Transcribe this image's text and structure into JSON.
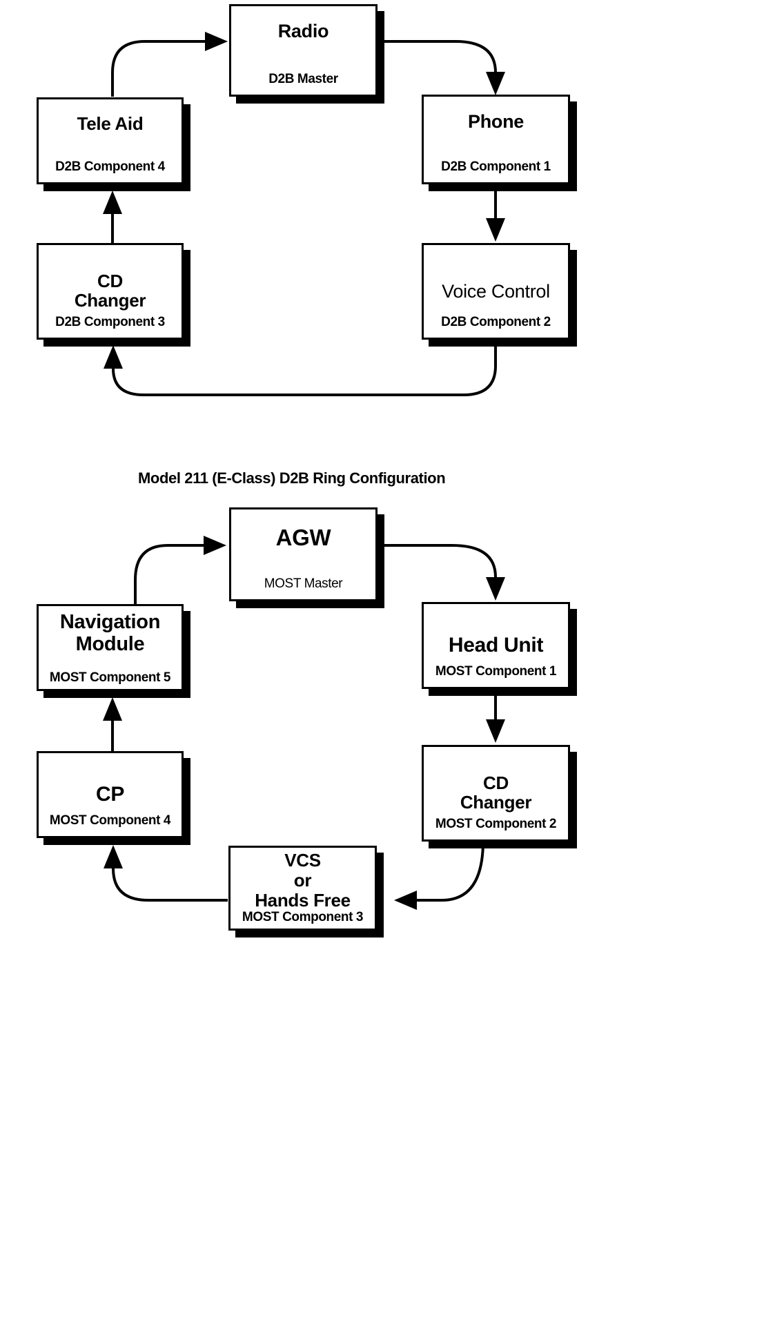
{
  "diagrams": [
    {
      "id": "d2b-ring",
      "caption": "Model 211 (E-Class) D2B Ring Configuration",
      "nodes": [
        {
          "key": "radio",
          "title": "Radio",
          "sub": "D2B Master"
        },
        {
          "key": "phone",
          "title": "Phone",
          "sub": "D2B Component 1"
        },
        {
          "key": "voice-control",
          "title": "Voice Control",
          "sub": "D2B Component 2"
        },
        {
          "key": "cd-changer",
          "title": "CD\nChanger",
          "sub": "D2B Component 3"
        },
        {
          "key": "tele-aid",
          "title": "Tele Aid",
          "sub": "D2B Component 4"
        }
      ],
      "flow": [
        "radio",
        "phone",
        "voice-control",
        "cd-changer",
        "tele-aid",
        "radio"
      ]
    },
    {
      "id": "most-ring",
      "caption": "",
      "nodes": [
        {
          "key": "agw",
          "title": "AGW",
          "sub": "MOST Master"
        },
        {
          "key": "head-unit",
          "title": "Head Unit",
          "sub": "MOST Component 1"
        },
        {
          "key": "cd-changer",
          "title": "CD\nChanger",
          "sub": "MOST Component 2"
        },
        {
          "key": "vcs-hands-free",
          "title": "VCS\nor\nHands Free",
          "sub": "MOST Component 3"
        },
        {
          "key": "cp",
          "title": "CP",
          "sub": "MOST Component 4"
        },
        {
          "key": "navigation-module",
          "title": "Navigation\nModule",
          "sub": "MOST Component 5"
        }
      ],
      "flow": [
        "agw",
        "head-unit",
        "cd-changer",
        "vcs-hands-free",
        "cp",
        "navigation-module",
        "agw"
      ]
    }
  ],
  "colors": {
    "stroke": "#000000",
    "fill": "#ffffff",
    "shadow": "#000000"
  },
  "labels": {
    "d2b_radio_title": "Radio",
    "d2b_radio_sub": "D2B Master",
    "d2b_phone_title": "Phone",
    "d2b_phone_sub": "D2B Component 1",
    "d2b_voice_title": "Voice Control",
    "d2b_voice_sub": "D2B Component 2",
    "d2b_cd_title_1": "CD",
    "d2b_cd_title_2": "Changer",
    "d2b_cd_sub": "D2B Component 3",
    "d2b_tele_title": "Tele Aid",
    "d2b_tele_sub": "D2B Component 4",
    "caption_main": "Model 211 (E-Class) D2B Ring Configuration",
    "most_agw_title": "AGW",
    "most_agw_sub": "MOST Master",
    "most_head_title": "Head Unit",
    "most_head_sub": "MOST Component 1",
    "most_cd_title_1": "CD",
    "most_cd_title_2": "Changer",
    "most_cd_sub": "MOST Component 2",
    "most_vcs_title_1": "VCS",
    "most_vcs_title_2": "or",
    "most_vcs_title_3": "Hands Free",
    "most_vcs_sub": "MOST Component 3",
    "most_cp_title": "CP",
    "most_cp_sub": "MOST Component 4",
    "most_nav_title_1": "Navigation",
    "most_nav_title_2": "Module",
    "most_nav_sub": "MOST Component 5"
  }
}
